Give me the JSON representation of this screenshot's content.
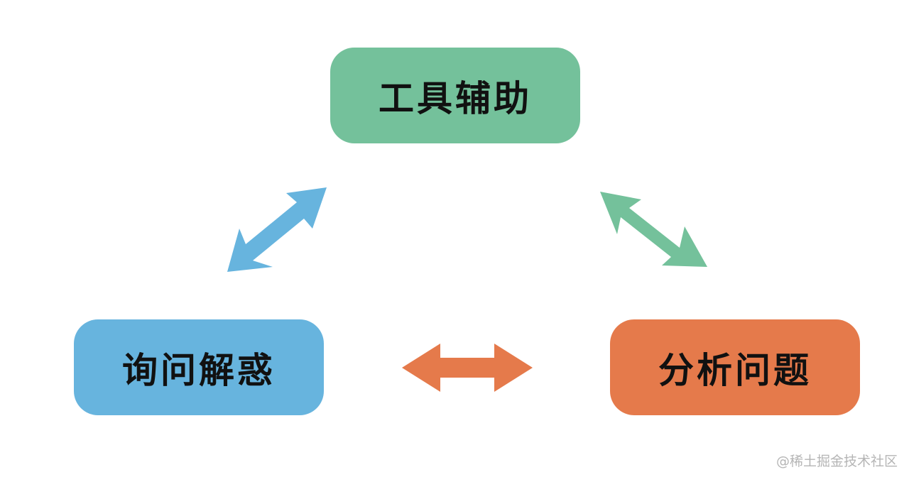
{
  "nodes": {
    "top": {
      "label": "工具辅助",
      "color": "#74c19b"
    },
    "left": {
      "label": "询问解惑",
      "color": "#67b4de"
    },
    "right": {
      "label": "分析问题",
      "color": "#e57a4b"
    }
  },
  "arrows": {
    "left_top": {
      "color": "#67b4de"
    },
    "top_right": {
      "color": "#74c19b"
    },
    "left_right": {
      "color": "#e57a4b"
    }
  },
  "watermark": "@稀土掘金技术社区"
}
